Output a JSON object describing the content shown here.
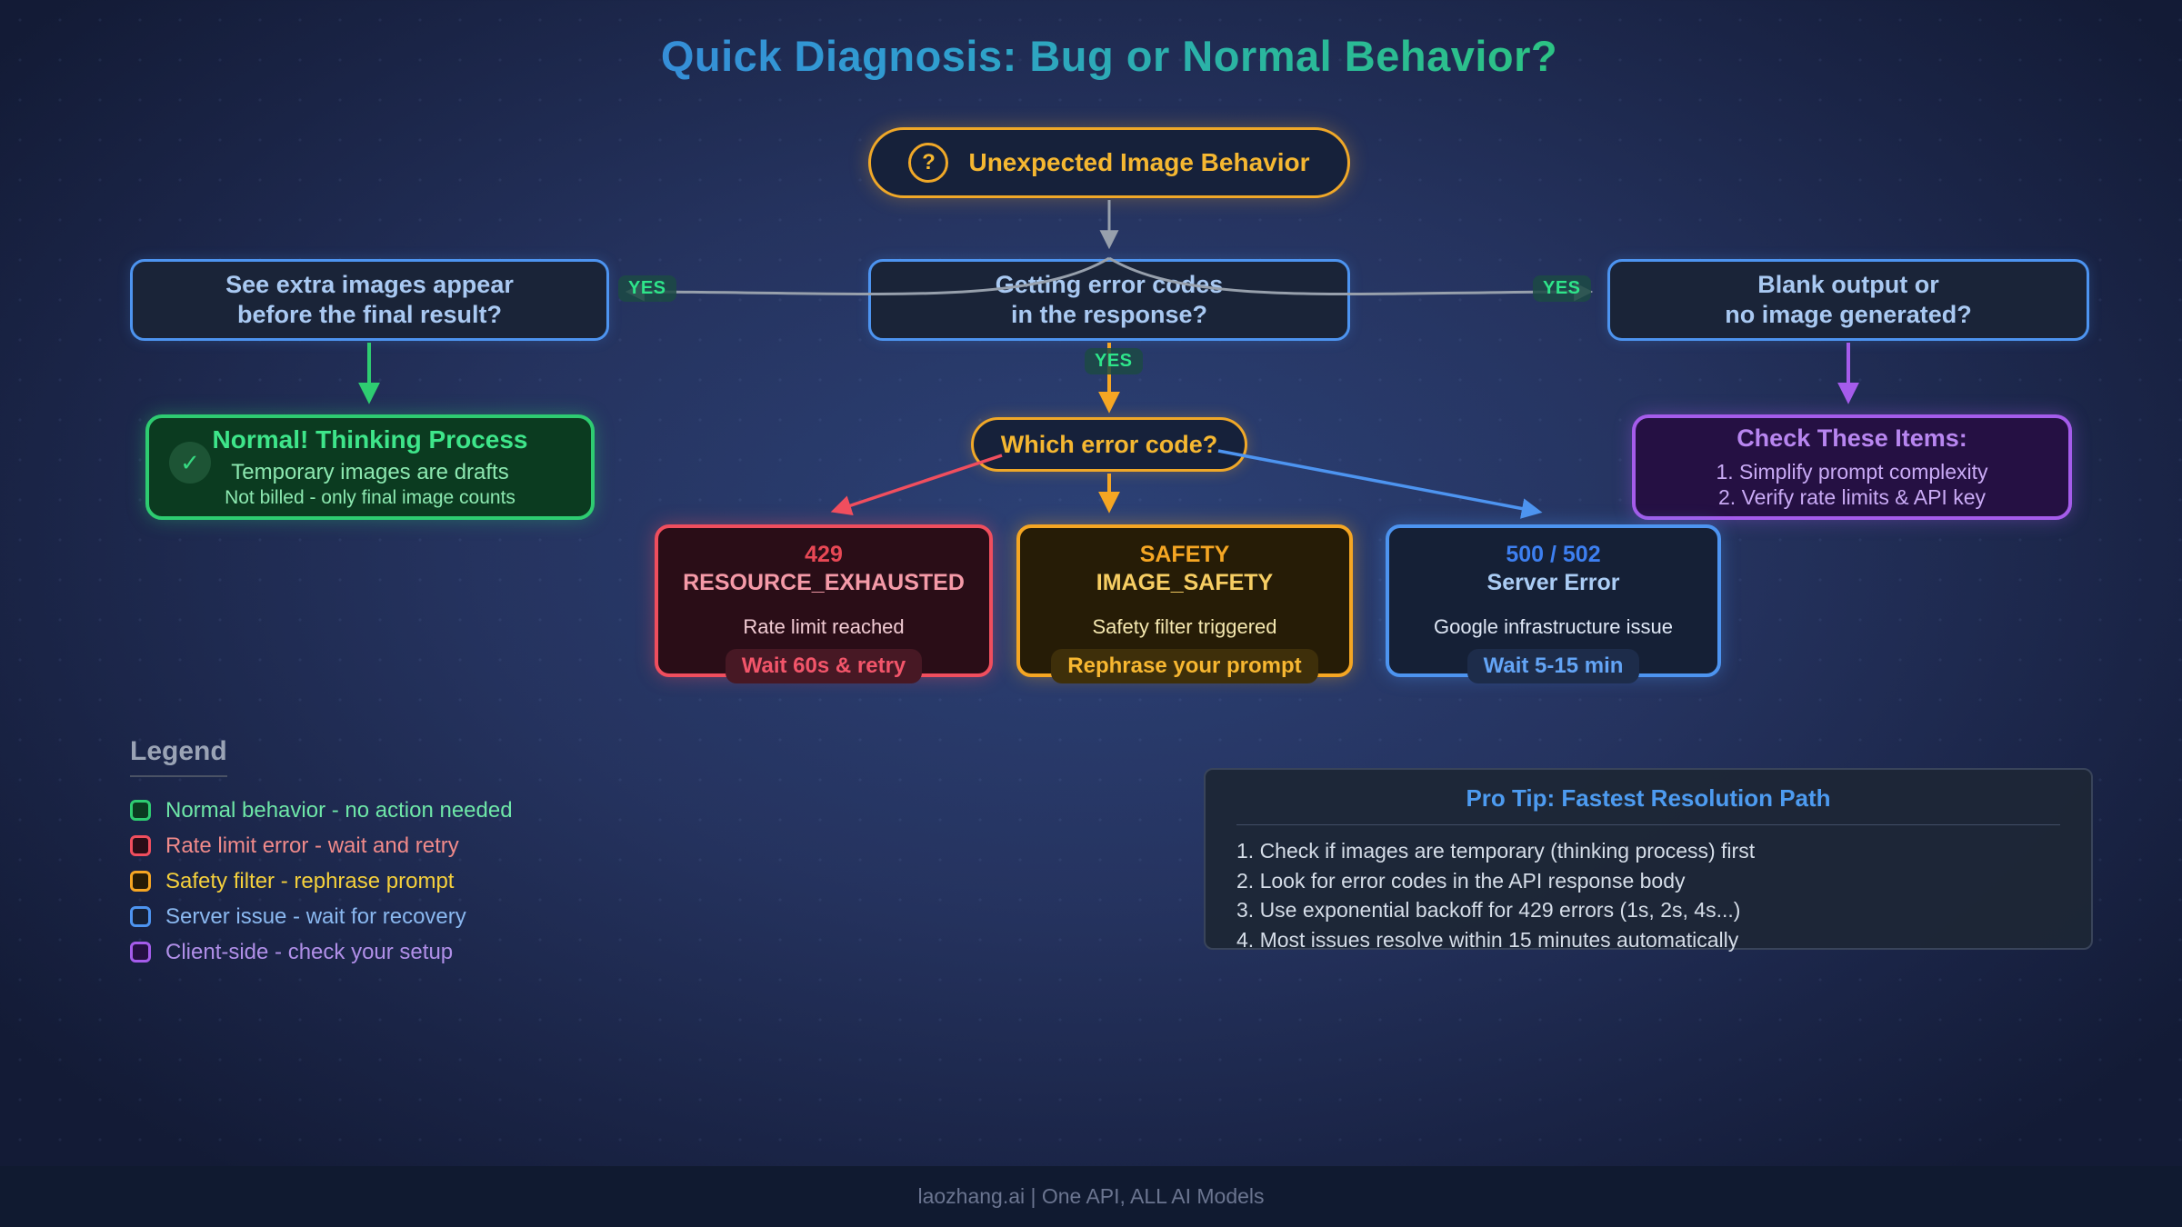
{
  "title": "Quick Diagnosis: Bug or Normal Behavior?",
  "colors": {
    "accent_amber": "#f5a623",
    "accent_blue": "#4d94f0",
    "accent_green": "#2ecc71",
    "accent_red": "#f04e5e",
    "accent_purple": "#a55ceb",
    "connector_gray": "#97a0ac"
  },
  "flow": {
    "root": {
      "icon_glyph": "?",
      "label": "Unexpected Image Behavior"
    },
    "questions": [
      {
        "line1": "See extra images appear",
        "line2": "before the final result?"
      },
      {
        "line1": "Getting error codes",
        "line2": "in the response?"
      },
      {
        "line1": "Blank output or",
        "line2": "no image generated?"
      }
    ],
    "yes_labels": [
      "YES",
      "YES",
      "YES"
    ],
    "normal_box": {
      "icon_glyph": "✓",
      "title": "Normal! Thinking Process",
      "line1": "Temporary images are drafts",
      "line2": "Not billed - only final image counts"
    },
    "which_error": "Which error code?",
    "check_box": {
      "title": "Check These Items:",
      "items": [
        "1. Simplify prompt complexity",
        "2. Verify rate limits & API key"
      ]
    },
    "error_boxes": [
      {
        "code": "429",
        "name": "RESOURCE_EXHAUSTED",
        "desc": "Rate limit reached",
        "action": "Wait 60s & retry",
        "accent": "#f04e5e"
      },
      {
        "code": "SAFETY",
        "name": "IMAGE_SAFETY",
        "desc": "Safety filter triggered",
        "action": "Rephrase your prompt",
        "accent": "#f5a623"
      },
      {
        "code": "500 / 502",
        "name": "Server Error",
        "desc": "Google infrastructure issue",
        "action": "Wait 5-15 min",
        "accent": "#4d94f0"
      }
    ]
  },
  "legend": {
    "title": "Legend",
    "items": [
      {
        "label": "Normal behavior - no action needed",
        "border": "#2ecc71",
        "fill": "#0b3b20",
        "text": "#6ee7a8"
      },
      {
        "label": "Rate limit error - wait and retry",
        "border": "#f04e5e",
        "fill": "#2a0d17",
        "text": "#f08a8a"
      },
      {
        "label": "Safety filter - rephrase prompt",
        "border": "#f5a623",
        "fill": "#261c06",
        "text": "#f5d03c"
      },
      {
        "label": "Server issue - wait for recovery",
        "border": "#4d94f0",
        "fill": "#152036",
        "text": "#8ab8f0"
      },
      {
        "label": "Client-side - check your setup",
        "border": "#a55ceb",
        "fill": "#251043",
        "text": "#b08fe8"
      }
    ]
  },
  "pro_tip": {
    "title": "Pro Tip: Fastest Resolution Path",
    "items": [
      "1. Check if images are temporary (thinking process) first",
      "2. Look for error codes in the API response body",
      "3. Use exponential backoff for 429 errors (1s, 2s, 4s...)",
      "4. Most issues resolve within 15 minutes automatically"
    ]
  },
  "footer": "laozhang.ai | One API, ALL AI Models"
}
